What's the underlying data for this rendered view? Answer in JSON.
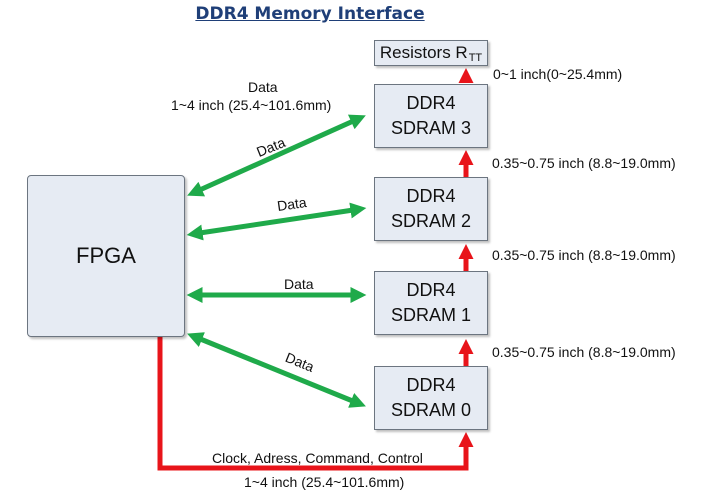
{
  "title": "DDR4 Memory Interface",
  "fpga": {
    "label": "FPGA"
  },
  "sdrams": [
    {
      "line1": "DDR4",
      "line2": "SDRAM 3"
    },
    {
      "line1": "DDR4",
      "line2": "SDRAM 2"
    },
    {
      "line1": "DDR4",
      "line2": "SDRAM 1"
    },
    {
      "line1": "DDR4",
      "line2": "SDRAM 0"
    }
  ],
  "resistor": {
    "label": "Resistors R",
    "sub": "TT"
  },
  "labels": {
    "data_top_1": "Data",
    "data_top_2": "1~4 inch (25.4~101.6mm)",
    "data_3": "Data",
    "data_2": "Data",
    "data_1": "Data",
    "data_0": "Data",
    "rtt_spacing": "0~1 inch(0~25.4mm)",
    "spacing_3_2": "0.35~0.75 inch (8.8~19.0mm)",
    "spacing_2_1": "0.35~0.75 inch (8.8~19.0mm)",
    "spacing_1_0": "0.35~0.75 inch (8.8~19.0mm)",
    "clock_bus": "Clock, Adress, Command, Control",
    "clock_length": "1~4 inch (25.4~101.6mm)"
  },
  "colors": {
    "data_arrow": "#1faa4a",
    "control_arrow": "#e8141a",
    "title": "#1f3f78",
    "box_fill": "#e6ebf3"
  }
}
